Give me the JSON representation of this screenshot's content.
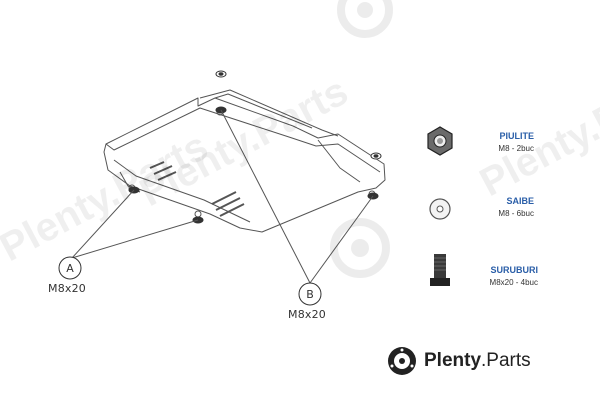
{
  "callouts": {
    "a": {
      "letter": "A",
      "size": "M8x20"
    },
    "b": {
      "letter": "B",
      "size": "M8x20"
    }
  },
  "parts": [
    {
      "name": "PIULITE",
      "qty": "M8 - 2buc",
      "icon": "nut-icon"
    },
    {
      "name": "SAIBE",
      "qty": "M8 - 6buc",
      "icon": "washer-icon"
    },
    {
      "name": "SURUBURI",
      "qty": "M8x20 - 4buc",
      "icon": "bolt-icon"
    }
  ],
  "watermark": {
    "brand": "Plenty",
    "tld": ".Parts",
    "text": "Plenty.Parts"
  },
  "colors": {
    "part_title": "#2a5ea8",
    "line": "#555555",
    "hardware": "#3a3a3a"
  }
}
